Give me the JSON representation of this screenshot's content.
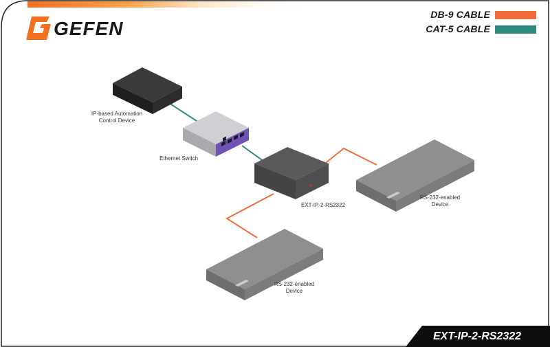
{
  "brand": {
    "name": "GEFEN",
    "accent_color": "#f36f21"
  },
  "legend": [
    {
      "label": "DB-9 CABLE",
      "color": "#f26b3a"
    },
    {
      "label": "CAT-5 CABLE",
      "color": "#2e8b80"
    }
  ],
  "devices": {
    "automation": {
      "label_line1": "IP-based Automation",
      "label_line2": "Control Device"
    },
    "switch": {
      "label": "Ethernet Switch"
    },
    "extender": {
      "label": "EXT-IP-2-RS2322"
    },
    "rs232_right": {
      "label_line1": "RS-232-enabled",
      "label_line2": "Device"
    },
    "rs232_bottom": {
      "label_line1": "RS-232-enabled",
      "label_line2": "Device"
    }
  },
  "model_tag": "EXT-IP-2-RS2322"
}
